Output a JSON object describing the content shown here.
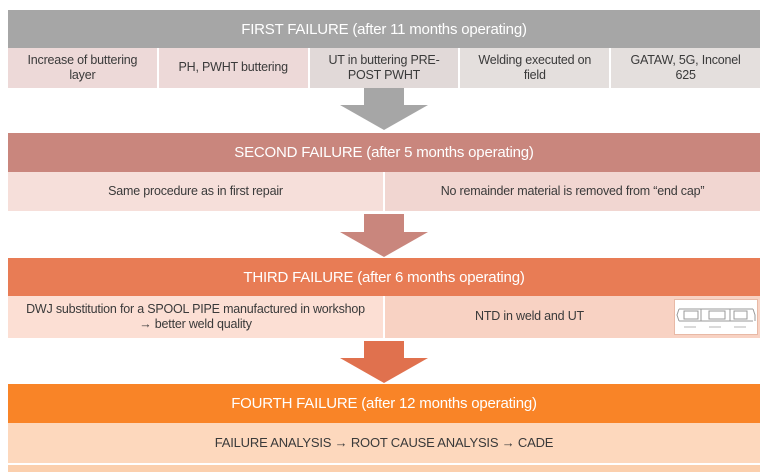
{
  "bands": [
    {
      "header": "FIRST FAILURE (after 11 months operating)",
      "header_bg": "#a6a6a6",
      "arrow_color": "#a6a6a6",
      "cells": [
        "Increase of buttering layer",
        "PH, PWHT buttering",
        "UT in buttering PRE-POST PWHT",
        "Welding executed on field",
        "GATAW, 5G, Inconel 625"
      ],
      "cell_bgs": [
        "#edd9d8",
        "#edd9d8",
        "#e1d9d8",
        "#e4dfdd",
        "#e4dfdd"
      ]
    },
    {
      "header": "SECOND FAILURE (after 5 months operating)",
      "header_bg": "#c9867d",
      "arrow_color": "#c9867d",
      "cells": [
        "Same procedure as in first repair",
        "No remainder material is removed from “end cap”"
      ],
      "cell_bgs": [
        "#f6dfda",
        "#f1d6d1"
      ]
    },
    {
      "header": "THIRD FAILURE (after 6 months operating)",
      "header_bg": "#e87c55",
      "arrow_color": "#e0714e",
      "cells": [
        "DWJ substitution for a SPOOL PIPE manufactured in workshop → better weld quality",
        "NTD in weld and UT"
      ],
      "cell_bgs": [
        "#fcdfd4",
        "#f8d2c3"
      ],
      "thumbnail": "spool-pipe-technical-drawing"
    },
    {
      "header": "FOURTH FAILURE (after 12 months operating)",
      "header_bg": "#f98427",
      "cells": [
        "FAILURE ANALYSIS → ROOT CAUSE ANALYSIS → CADE"
      ],
      "cell_bgs": [
        "#fdd8bd"
      ]
    }
  ],
  "text_color": "#3a3a3a"
}
